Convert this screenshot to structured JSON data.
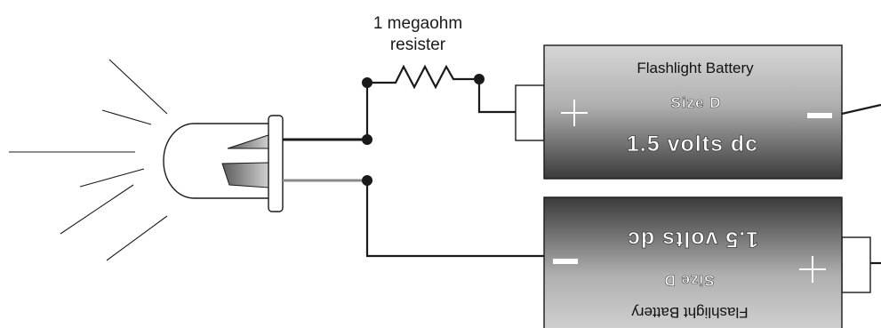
{
  "resistor": {
    "label_line1": "1 megaohm",
    "label_line2": "resister"
  },
  "battery_top": {
    "title": "Flashlight Battery",
    "size": "Size  D",
    "voltage": "1.5 volts dc",
    "plus_symbol": "+",
    "minus_symbol": "–"
  },
  "battery_bottom": {
    "title": "Flashlight Battery",
    "size": "Size  D",
    "voltage": "1.5 volts dc",
    "plus_symbol": "+",
    "minus_symbol": "–"
  },
  "colors": {
    "battery_light": "#d2d2d2",
    "battery_dark": "#3a3a3a",
    "wire": "#1a1a1a",
    "led_lead_gray": "#8a8a8a"
  }
}
